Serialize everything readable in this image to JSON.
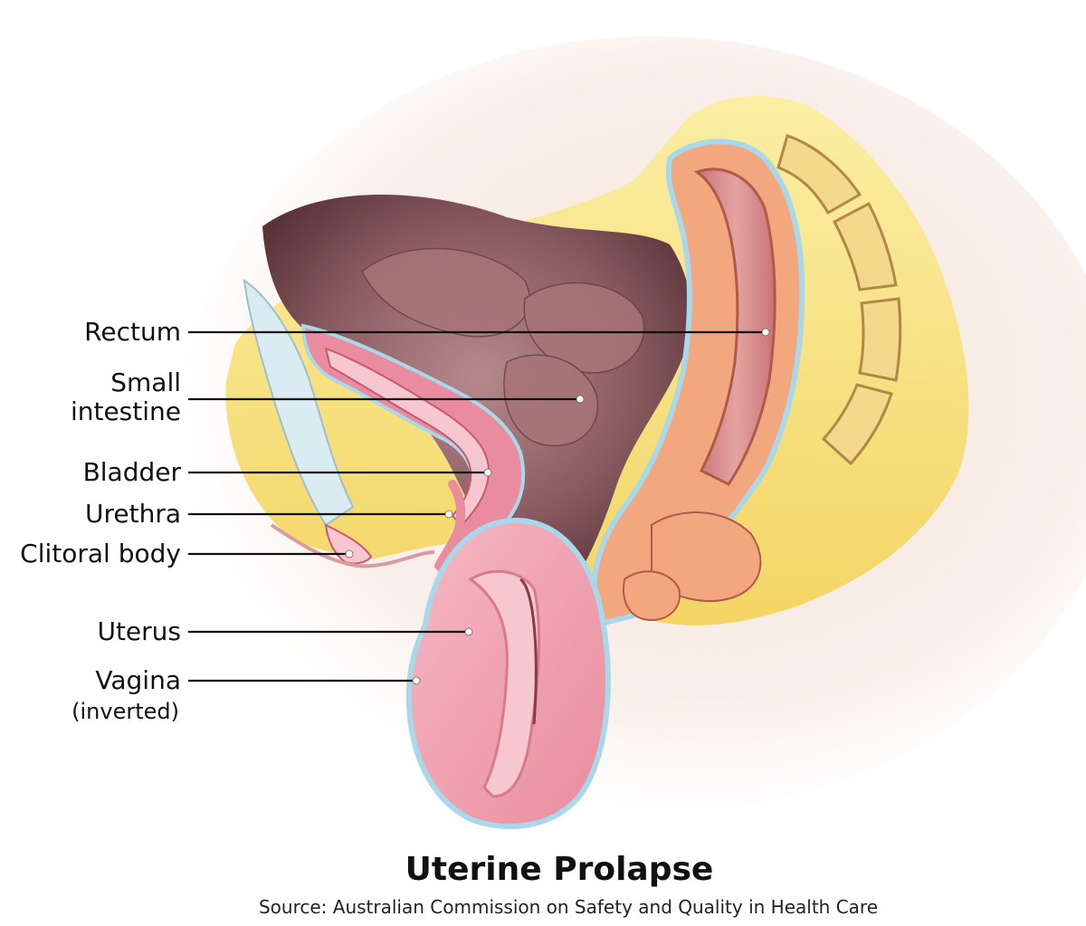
{
  "title": "Uterine Prolapse",
  "source": "Source: Australian Commission on Safety and Quality in Health Care",
  "labels": {
    "rectum": "Rectum",
    "small_intestine_1": "Small",
    "small_intestine_2": "intestine",
    "bladder": "Bladder",
    "urethra": "Urethra",
    "clitoral_body": "Clitoral body",
    "uterus": "Uterus",
    "vagina": "Vagina",
    "vagina_note": "(inverted)"
  },
  "colors": {
    "fat": "#f6e07a",
    "cavity": "#8a5a5e",
    "bowel_wall": "#f0a07a",
    "uterus": "#f0a0b0",
    "membrane": "#a8d8ea",
    "bone": "#f3d98c"
  }
}
